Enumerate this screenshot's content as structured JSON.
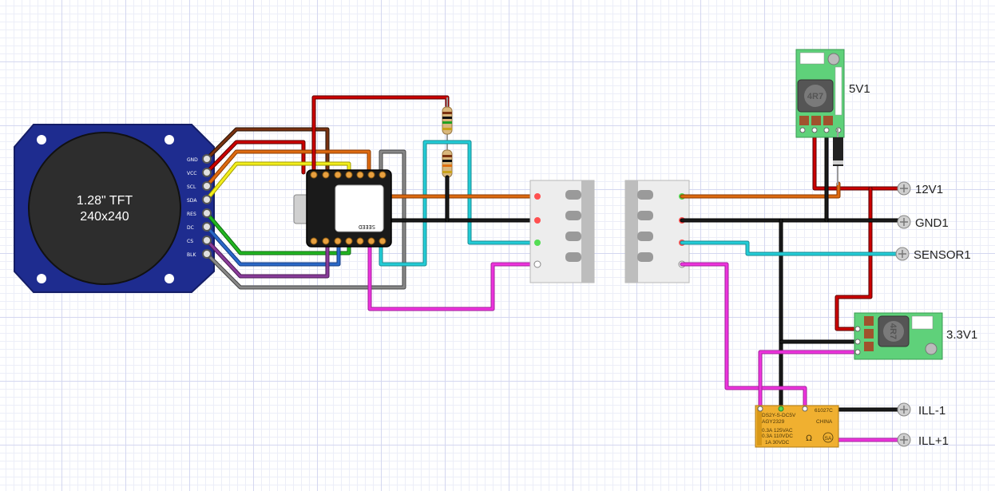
{
  "display": {
    "title": "1.28\" TFT",
    "resolution": "240x240",
    "pins": [
      "GND",
      "VCC",
      "SCL",
      "SDA",
      "RES",
      "DC",
      "CS",
      "BLK"
    ]
  },
  "mcu": {
    "brand_label": "SEEED"
  },
  "terminals": {
    "v5": "5V1",
    "v33": "3.3V1",
    "v12": "12V1",
    "gnd": "GND1",
    "sensor": "SENSOR1",
    "ill_minus": "ILL-1",
    "ill_plus": "ILL+1"
  },
  "regulators": {
    "inductor_label": "4R7"
  },
  "relay": {
    "line1": "DS2Y-S-DC5V",
    "line2": "AGY2329",
    "line3": "0.3A 125VAC",
    "line4": "0.3A 110VDC",
    "line5": "1A   30VDC",
    "code": "61027C",
    "origin": "CHINA",
    "mark": "SA"
  },
  "colors": {
    "board_blue": "#1e2c8f",
    "wire_red": "#cc0000",
    "wire_black": "#1a1a1a",
    "wire_orange": "#dd6a10",
    "wire_yellow": "#f2ee1c",
    "wire_green": "#22b522",
    "wire_blue": "#2a68c8",
    "wire_purple": "#8a3c9a",
    "wire_gray": "#888888",
    "wire_brown": "#7a3210",
    "wire_cyan": "#22ccd6",
    "wire_magenta": "#ee33dd",
    "relay_body": "#f0b030",
    "regulator_pcb": "#5fd17a"
  }
}
